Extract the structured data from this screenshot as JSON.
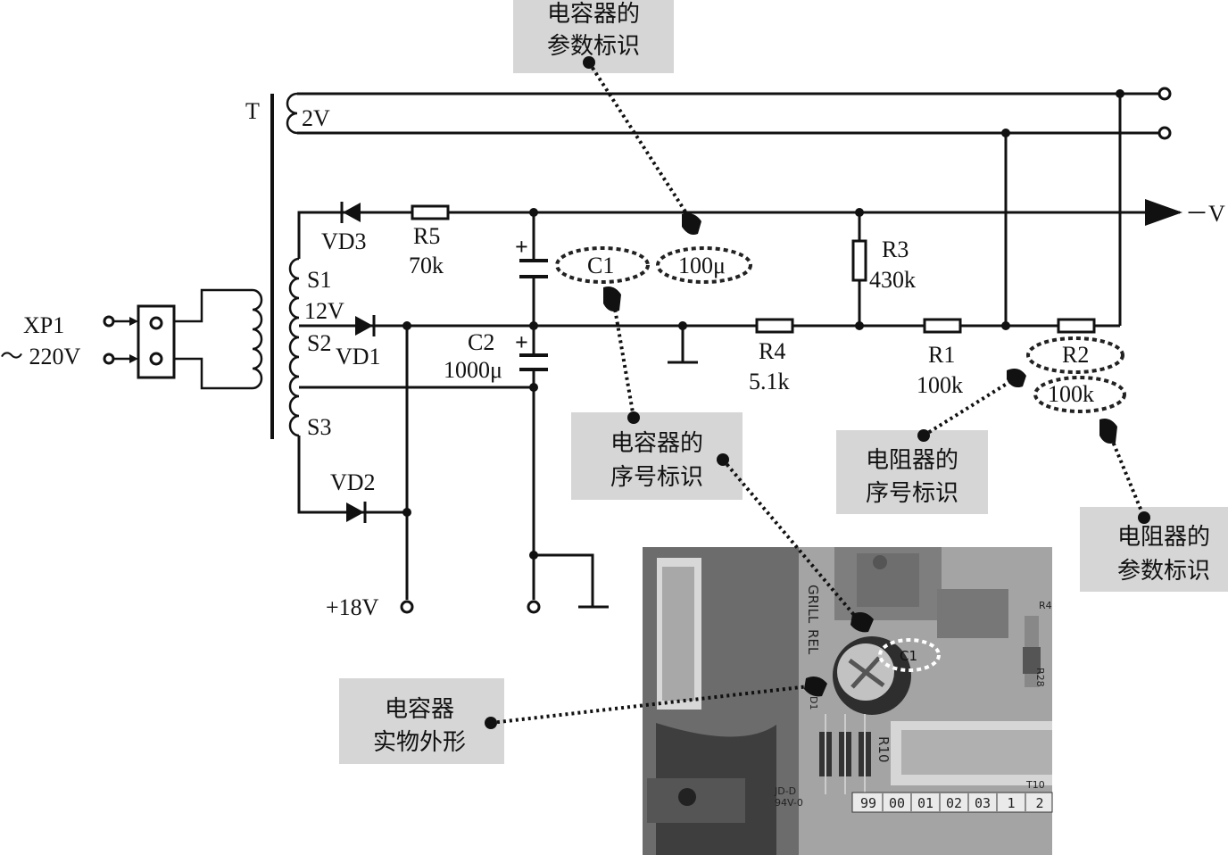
{
  "labels": {
    "transformer": "T",
    "tap_2v": "2V",
    "s1": "S1",
    "tap_12v": "12V",
    "s2": "S2",
    "s3": "S3",
    "vd1": "VD1",
    "vd2": "VD2",
    "vd3": "VD3",
    "r5": "R5",
    "r5_value": "70k",
    "c1": "C1",
    "c1_value": "100μ",
    "c2": "C2",
    "c2_value": "1000μ",
    "r3": "R3",
    "r3_value": "430k",
    "r4": "R4",
    "r4_value": "5.1k",
    "r1": "R1",
    "r1_value": "100k",
    "r2": "R2",
    "r2_value": "100k",
    "xp1": "XP1",
    "mains": "～ 220V",
    "plus18v": "+18V",
    "neg_v": "－V",
    "plus_sign": "+"
  },
  "callouts": {
    "cap_param": [
      "电容器的",
      "参数标识"
    ],
    "cap_seq": [
      "电容器的",
      "序号标识"
    ],
    "res_seq": [
      "电阻器的",
      "序号标识"
    ],
    "res_param": [
      "电阻器的",
      "参数标识"
    ],
    "cap_photo": [
      "电容器",
      "实物外形"
    ]
  },
  "photo": {
    "c1_marking": "C1",
    "grill": "GRILL",
    "rel": "REL",
    "cert": "JD-D",
    "rating": "94V-0",
    "r10": "R10",
    "d1": "D1",
    "r28": "R28",
    "r4": "R4",
    "tag": "T10",
    "digits": [
      "99",
      "00",
      "01",
      "02",
      "03",
      "1",
      "2"
    ]
  },
  "colors": {
    "callout_bg": "#d6d6d6",
    "ink": "#111111",
    "photo_board": "#9a9a9a"
  }
}
